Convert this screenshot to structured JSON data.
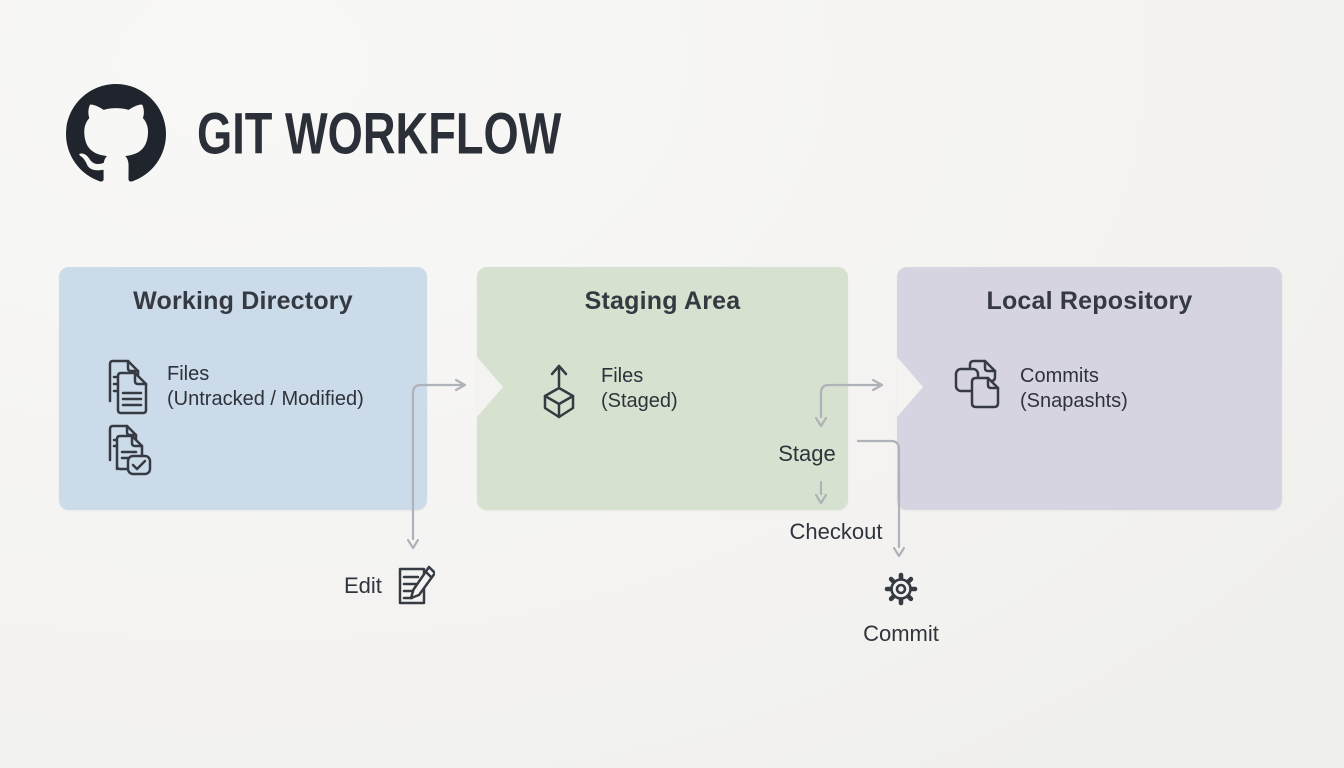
{
  "header": {
    "title": "GIT WORKFLOW",
    "logo_icon": "github-octocat-logo"
  },
  "boxes": [
    {
      "id": "working-directory",
      "title": "Working Directory",
      "items": [
        {
          "icon": "files-stack-icon",
          "line1": "Files",
          "line2": "(Untracked / Modified)"
        },
        {
          "icon": "files-approved-icon",
          "line1": "",
          "line2": ""
        }
      ]
    },
    {
      "id": "staging-area",
      "title": "Staging Area",
      "items": [
        {
          "icon": "cube-up-arrow-icon",
          "line1": "Files",
          "line2": "(Staged)"
        }
      ]
    },
    {
      "id": "local-repository",
      "title": "Local Repository",
      "items": [
        {
          "icon": "commit-copies-icon",
          "line1": "Commits",
          "line2": "(Snapashts)"
        }
      ]
    }
  ],
  "labels": {
    "stage": "Stage",
    "checkout": "Checkout",
    "edit": "Edit",
    "commit": "Commit"
  },
  "icons": {
    "edit": "edit-document-pencil-icon",
    "commit": "gear-icon"
  },
  "colors": {
    "background": "#f4f3f1",
    "box_blue": "#cbdbe9",
    "box_green": "#d7e1cf",
    "box_purple": "#d7d4e2",
    "arrow": "#afb2b9",
    "text": "#2e323b",
    "title": "#343942",
    "icon_stroke": "#363b43",
    "logo": "#20242d"
  }
}
